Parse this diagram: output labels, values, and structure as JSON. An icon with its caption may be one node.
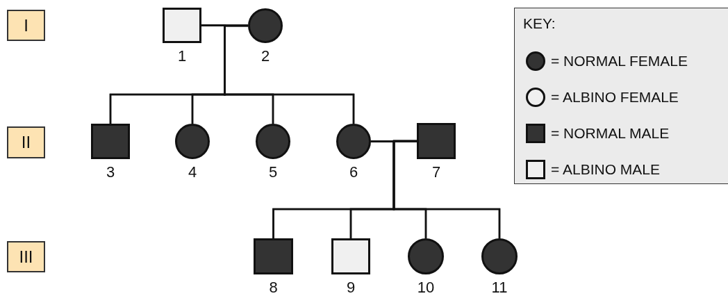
{
  "diagram": {
    "nodes": [
      {
        "text": [
          "I"
        ]
      },
      {
        "text": [],
        "shape": "box",
        "beside": [
          "1"
        ]
      },
      {
        "text": [],
        "shape": "circle",
        "beside": [
          "2"
        ]
      },
      {
        "text": [
          "II"
        ]
      },
      {
        "text": [],
        "shape": "box",
        "beside": [
          "3"
        ]
      },
      {
        "text": [],
        "shape": "circle",
        "beside": [
          "4"
        ]
      },
      {
        "text": [],
        "shape": "circle",
        "beside": [
          "5"
        ]
      },
      {
        "text": [],
        "shape": "circle",
        "beside": [
          "6"
        ]
      },
      {
        "text": [],
        "shape": "box",
        "beside": [
          "7"
        ]
      },
      {
        "text": [
          "III"
        ]
      },
      {
        "text": [],
        "shape": "box",
        "beside": [
          "8"
        ]
      },
      {
        "text": [],
        "shape": "box",
        "beside": [
          "9"
        ]
      },
      {
        "text": [],
        "shape": "circle",
        "beside": [
          "10"
        ]
      },
      {
        "text": [],
        "shape": "circle",
        "beside": [
          "11"
        ]
      }
    ],
    "edges": [
      {
        "from": 1,
        "to": 2,
        "arrow": "none"
      },
      {
        "from": 1,
        "to": 4,
        "arrow": "none"
      },
      {
        "from": 1,
        "to": 5,
        "arrow": "none"
      },
      {
        "from": 1,
        "to": 6,
        "arrow": "none"
      },
      {
        "from": 1,
        "to": 7,
        "arrow": "none"
      },
      {
        "from": 2,
        "to": 4,
        "arrow": "none"
      },
      {
        "from": 2,
        "to": 5,
        "arrow": "none"
      },
      {
        "from": 2,
        "to": 6,
        "arrow": "none"
      },
      {
        "from": 2,
        "to": 7,
        "arrow": "none"
      },
      {
        "from": 7,
        "to": 8,
        "arrow": "none"
      },
      {
        "from": 7,
        "to": 10,
        "arrow": "none"
      },
      {
        "from": 7,
        "to": 11,
        "arrow": "none"
      },
      {
        "from": 7,
        "to": 12,
        "arrow": "none"
      },
      {
        "from": 7,
        "to": 13,
        "arrow": "none"
      },
      {
        "from": 8,
        "to": 10,
        "arrow": "none"
      },
      {
        "from": 8,
        "to": 11,
        "arrow": "none"
      },
      {
        "from": 8,
        "to": 12,
        "arrow": "none"
      },
      {
        "from": 8,
        "to": 13,
        "arrow": "none"
      }
    ],
    "labels": [
      "KEY:"
    ],
    "legend": [
      {
        "text": "= NORMAL FEMALE"
      },
      {
        "text": "= ALBINO FEMALE"
      },
      {
        "text": "= NORMAL MALE"
      },
      {
        "text": "= ALBINO MALE"
      }
    ]
  }
}
